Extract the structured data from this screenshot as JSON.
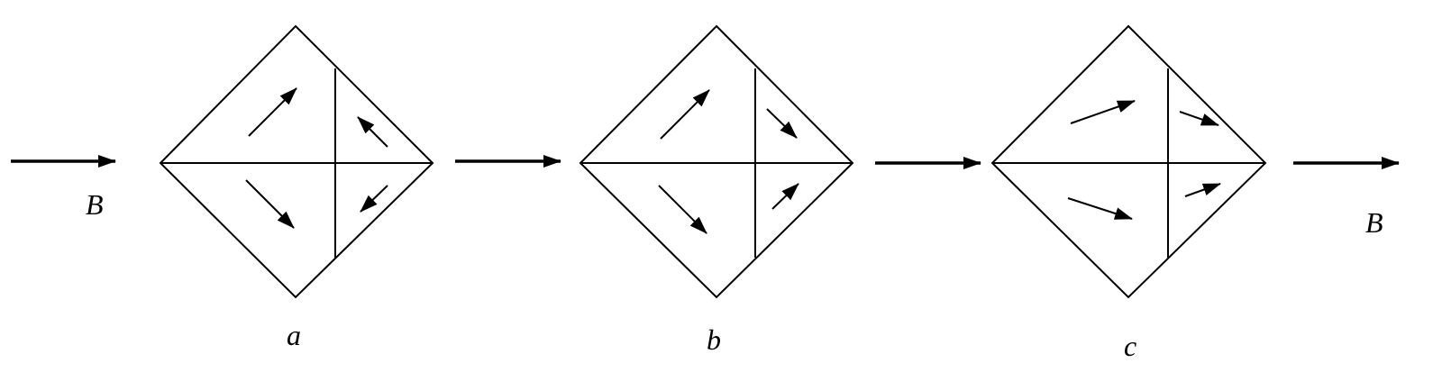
{
  "labels": {
    "field_in": "B",
    "field_out": "B",
    "panel_a": "a",
    "panel_b": "b",
    "panel_c": "c"
  },
  "colors": {
    "stroke": "#000000",
    "background": "#ffffff"
  }
}
